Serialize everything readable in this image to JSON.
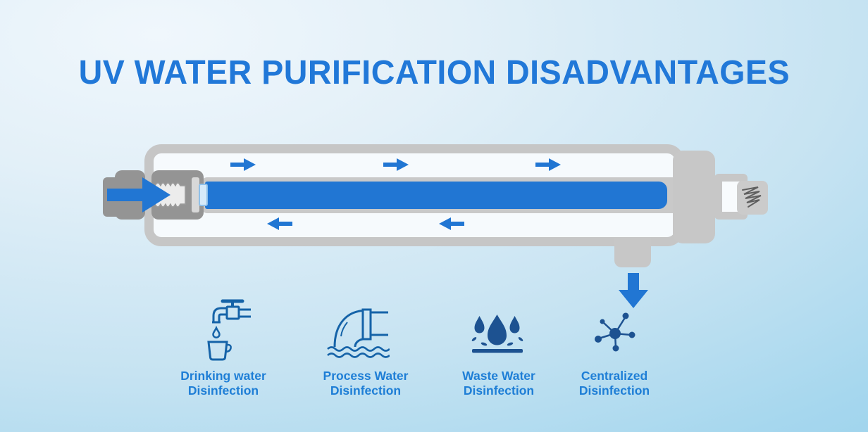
{
  "page": {
    "title": "UV WATER PURIFICATION DISADVANTAGES"
  },
  "colors": {
    "title_text": "#2178d8",
    "label_text": "#1e7ed6",
    "flow_blue": "#2176d3",
    "icon_outline_blue": "#1563a8",
    "icon_fill_blue": "#1d5291",
    "housing_gray": "#c6c6c6",
    "fitting_gray": "#949494",
    "background_light": "#f0f7fc",
    "background_deep": "#99d1eb"
  },
  "diagram": {
    "name": "uv-purification-chamber",
    "inlet_flow_direction": "right",
    "outlet_flow_direction": "down",
    "upper_flow_arrow_count": 3,
    "lower_flow_arrow_count": 2
  },
  "applications": [
    {
      "icon": "faucet-and-cup-icon",
      "line1": "Drinking water",
      "line2": "Disinfection"
    },
    {
      "icon": "discharge-pipe-icon",
      "line1": "Process Water",
      "line2": "Disinfection"
    },
    {
      "icon": "water-drops-icon",
      "line1": "Waste Water",
      "line2": "Disinfection"
    },
    {
      "icon": "molecule-icon",
      "line1": "Centralized",
      "line2": "Disinfection"
    }
  ]
}
